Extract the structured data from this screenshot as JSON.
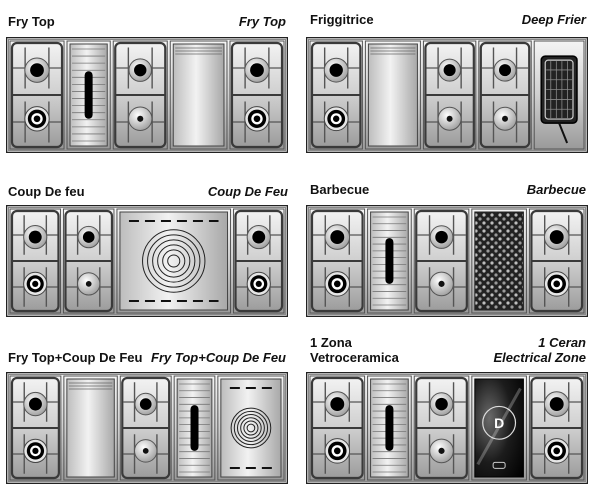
{
  "panels": [
    {
      "label_left": "Fry Top",
      "label_right": "Fry Top",
      "modules": [
        "burner-pair-large",
        "fry-top-grooved",
        "burner-pair-small",
        "fry-top-smooth",
        "burner-pair-large"
      ]
    },
    {
      "label_left": "Friggitrice",
      "label_right": "Deep Frier",
      "modules": [
        "burner-pair-large",
        "fry-top-smooth",
        "burner-pair-small",
        "burner-pair-small",
        "deep-fryer"
      ]
    },
    {
      "label_left": "Coup De feu",
      "label_right": "Coup De Feu",
      "modules": [
        "burner-pair-large",
        "burner-pair-small",
        "coup-de-feu-wide",
        "burner-pair-large"
      ]
    },
    {
      "label_left": "Barbecue",
      "label_right": "Barbecue",
      "modules": [
        "burner-pair-large",
        "fry-top-grooved",
        "burner-pair-small",
        "barbecue-grill",
        "burner-pair-large"
      ]
    },
    {
      "label_left": "Fry Top+Coup De Feu",
      "label_right": "Fry Top+Coup De Feu",
      "modules": [
        "burner-pair-large",
        "fry-top-smooth",
        "burner-pair-small",
        "fry-top-grooved",
        "coup-de-feu"
      ]
    },
    {
      "label_left": "1 Zona\nVetroceramica",
      "label_right": "1 Ceran\nElectrical Zone",
      "modules": [
        "burner-pair-large",
        "fry-top-grooved",
        "burner-pair-small",
        "ceran-zone",
        "burner-pair-large"
      ]
    }
  ],
  "ceran_letter": "D",
  "icons": [
    "gas-burner-icon",
    "fry-top-icon",
    "hotplate-icon",
    "grill-icon",
    "fryer-basket-icon",
    "induction-zone-icon"
  ]
}
